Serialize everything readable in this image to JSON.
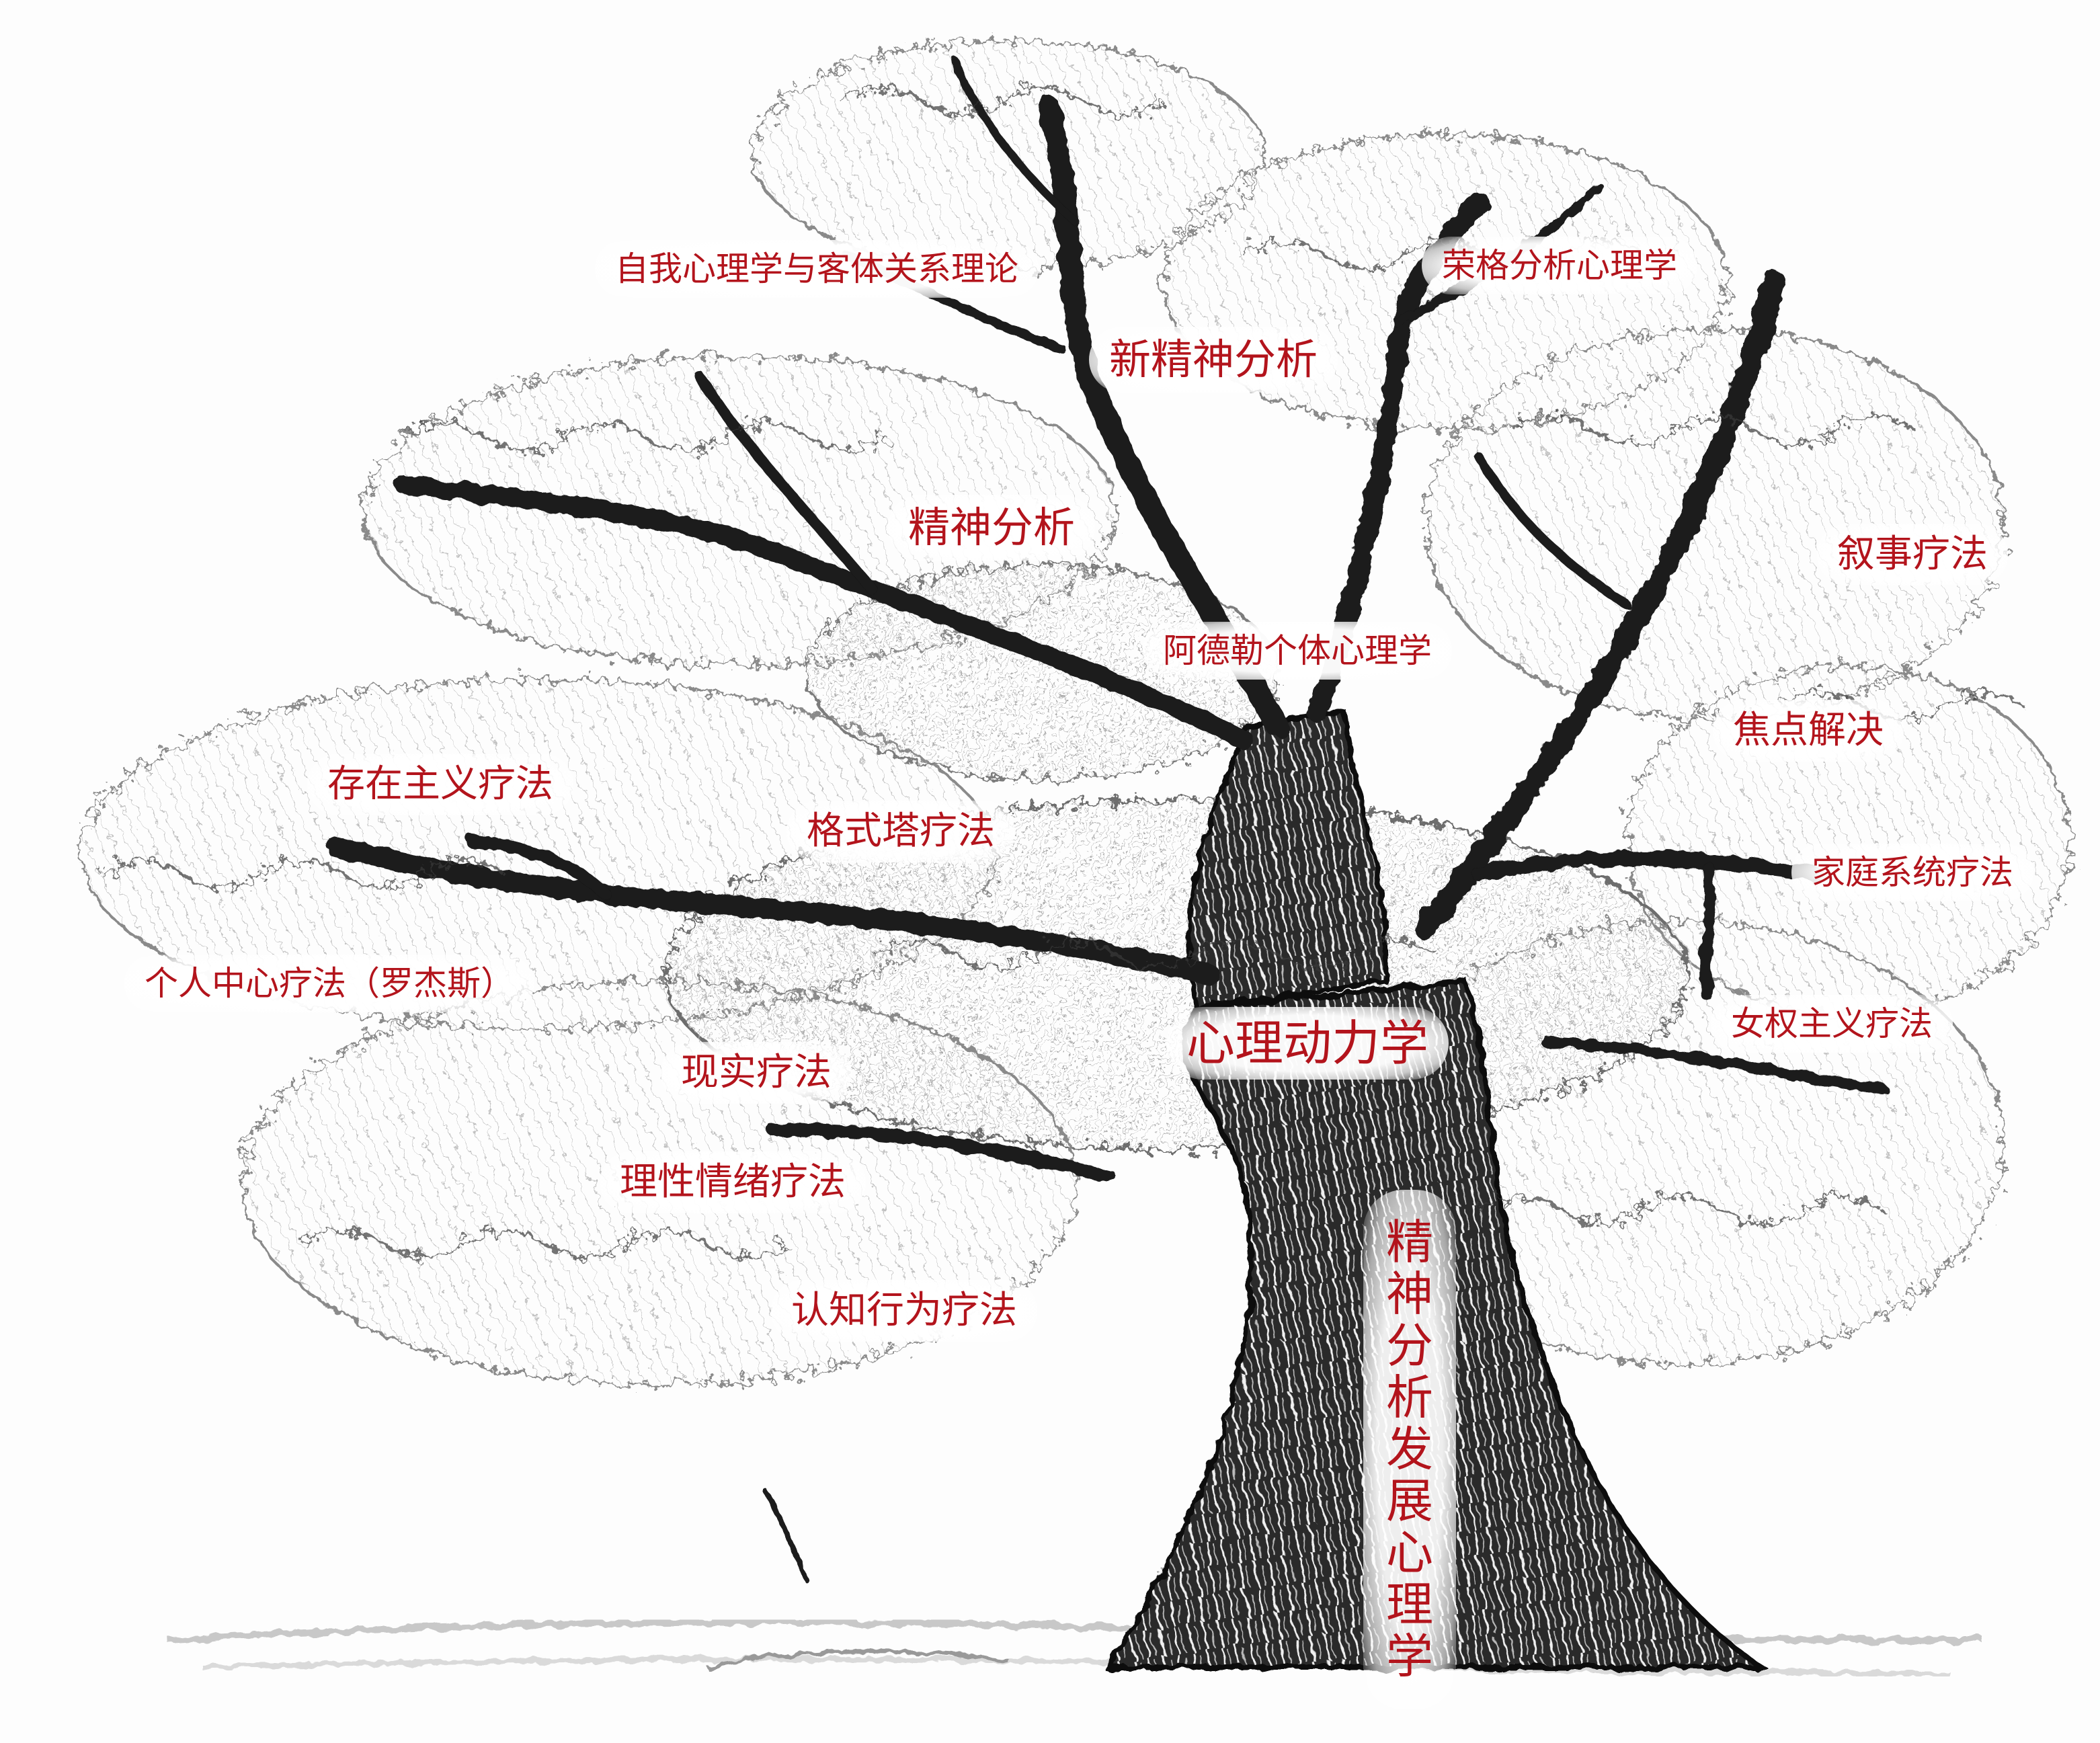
{
  "diagram": {
    "labels": {
      "ego_psychology": "自我心理学与客体关系理论",
      "jungian": "荣格分析心理学",
      "neo_psychoanalysis": "新精神分析",
      "psychoanalysis": "精神分析",
      "narrative": "叙事疗法",
      "adlerian": "阿德勒个体心理学",
      "solution_focused": "焦点解决",
      "existential": "存在主义疗法",
      "gestalt": "格式塔疗法",
      "family_systems": "家庭系统疗法",
      "person_centered": "个人中心疗法（罗杰斯）",
      "feminist": "女权主义疗法",
      "psychodynamic": "心理动力学",
      "reality": "现实疗法",
      "rational_emotive": "理性情绪疗法",
      "cognitive_behavioral": "认知行为疗法",
      "trunk": "精神分析发展心理学"
    },
    "colors": {
      "label_text": "#b3141c",
      "ink": "#1a1a1a",
      "background": "#ffffff"
    },
    "illustration": "pencil-sketch-tree"
  }
}
